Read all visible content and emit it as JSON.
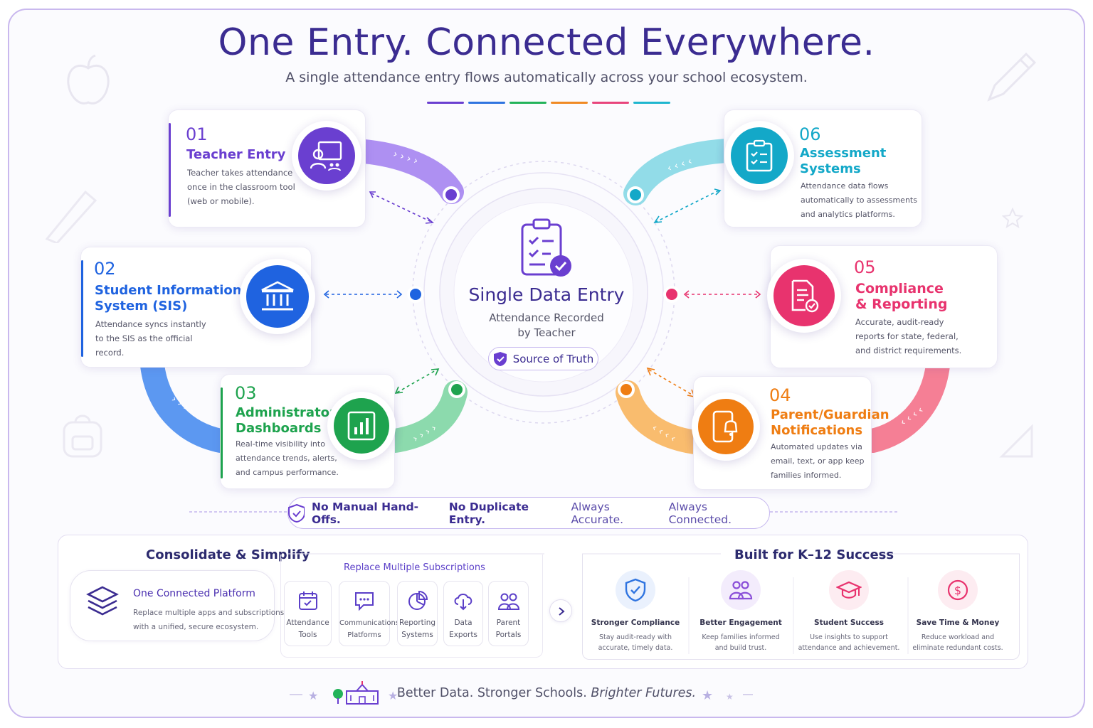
{
  "header": {
    "title": "One Entry. Connected Everywhere.",
    "subtitle": "A single attendance entry flows automatically across your school ecosystem.",
    "divider_colors": [
      "#6a3fd0",
      "#2f74e0",
      "#23b35a",
      "#f08a24",
      "#e8457c",
      "#1fb6cf"
    ]
  },
  "hub": {
    "title": "Single Data Entry",
    "subtitle_line1": "Attendance Recorded",
    "subtitle_line2": "by Teacher",
    "badge": "Source of Truth",
    "icon": "clipboard-check-icon"
  },
  "steps": [
    {
      "num": "01",
      "title_line1": "Teacher Entry",
      "title_line2": "",
      "desc": [
        "Teacher takes attendance",
        "once in the classroom tool",
        "(web or mobile)."
      ],
      "color": "#6a3fd0",
      "icon": "classroom-board-icon"
    },
    {
      "num": "02",
      "title_line1": "Student Information",
      "title_line2": "System (SIS)",
      "desc": [
        "Attendance syncs instantly",
        "to the SIS as the official",
        "record."
      ],
      "color": "#1f63e0",
      "icon": "institution-icon"
    },
    {
      "num": "03",
      "title_line1": "Administrator",
      "title_line2": "Dashboards",
      "desc": [
        "Real-time visibility into",
        "attendance trends, alerts,",
        "and campus performance."
      ],
      "color": "#1ea34e",
      "icon": "bar-chart-icon"
    },
    {
      "num": "04",
      "title_line1": "Parent/Guardian",
      "title_line2": "Notifications",
      "desc": [
        "Automated updates via",
        "email, text, or app keep",
        "families informed."
      ],
      "color": "#ef7d12",
      "icon": "phone-bell-icon"
    },
    {
      "num": "05",
      "title_line1": "Compliance",
      "title_line2": "& Reporting",
      "desc": [
        "Accurate, audit-ready",
        "reports for state, federal,",
        "and district requirements."
      ],
      "color": "#e8336e",
      "icon": "document-check-icon"
    },
    {
      "num": "06",
      "title_line1": "Assessment",
      "title_line2": "Systems",
      "desc": [
        "Attendance data flows",
        "automatically to assessments",
        "and analytics platforms."
      ],
      "color": "#13a8c8",
      "icon": "checklist-icon"
    }
  ],
  "banner": {
    "part1": "No Manual Hand-Offs.",
    "part2": "No Duplicate Entry.",
    "part3": "Always Accurate.",
    "part4": "Always Connected."
  },
  "consolidate": {
    "title": "Consolidate & Simplify",
    "platform_title": "One Connected Platform",
    "platform_desc_line1": "Replace multiple apps and subscriptions",
    "platform_desc_line2": "with a unified, secure ecosystem.",
    "replace_title": "Replace Multiple Subscriptions",
    "tools": [
      {
        "line1": "Attendance",
        "line2": "Tools",
        "icon": "calendar-check-icon"
      },
      {
        "line1": "Communications",
        "line2": "Platforms",
        "icon": "chat-bubble-icon"
      },
      {
        "line1": "Reporting",
        "line2": "Systems",
        "icon": "pie-chart-icon"
      },
      {
        "line1": "Data",
        "line2": "Exports",
        "icon": "cloud-download-icon"
      },
      {
        "line1": "Parent",
        "line2": "Portals",
        "icon": "people-icon"
      }
    ]
  },
  "k12": {
    "title": "Built for K–12 Success",
    "benefits": [
      {
        "title": "Stronger Compliance",
        "desc_line1": "Stay audit-ready with",
        "desc_line2": "accurate, timely data.",
        "color": "#2f74e0",
        "icon": "shield-check-icon"
      },
      {
        "title": "Better Engagement",
        "desc_line1": "Keep families informed",
        "desc_line2": "and build trust.",
        "color": "#8a4fd8",
        "icon": "family-icon"
      },
      {
        "title": "Student Success",
        "desc_line1": "Use insights to support",
        "desc_line2": "attendance and achievement.",
        "color": "#e8336e",
        "icon": "graduation-cap-icon"
      },
      {
        "title": "Save Time & Money",
        "desc_line1": "Reduce workload and",
        "desc_line2": "eliminate redundant costs.",
        "color": "#e8336e",
        "icon": "dollar-coin-icon"
      }
    ]
  },
  "footer": {
    "part1": "Better Data. Stronger Schools.",
    "part2": "Brighter Futures."
  }
}
